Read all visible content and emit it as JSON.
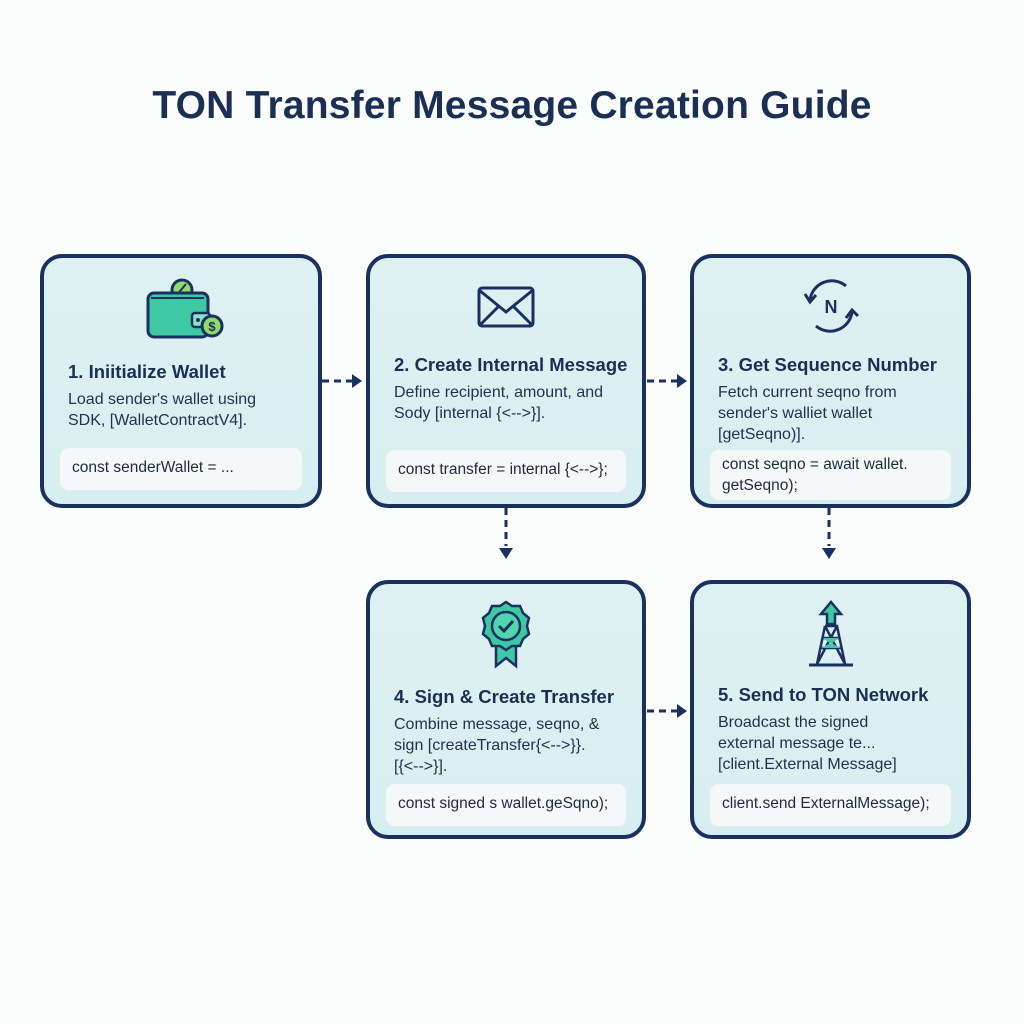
{
  "title": "TON Transfer Message Creation Guide",
  "colors": {
    "border": "#1a3160",
    "card_bg": "#def1f2",
    "accent": "#3fc8a4",
    "coin": "#8fdc6a"
  },
  "steps": [
    {
      "icon": "wallet-icon",
      "title": "1. Iniitialize Wallet",
      "desc": [
        "Load sender's wallet using",
        "SDK, [WalletContractV4]."
      ],
      "code": "const senderWallet = ..."
    },
    {
      "icon": "envelope-icon",
      "title": "2. Create Internal Message",
      "desc": [
        "Define recipient, amount, and",
        "Sody [internal {<-->}]."
      ],
      "code": "const transfer = internal {<-->};"
    },
    {
      "icon": "sequence-refresh-icon",
      "title": "3. Get Sequence Number",
      "desc": [
        "Fetch current seqno from",
        "sender's walliet  wallet",
        "[getSeqno)]."
      ],
      "code": "const seqno = await wallet. getSeqno);"
    },
    {
      "icon": "certificate-badge-icon",
      "title": "4. Sign & Create Transfer",
      "desc": [
        "Combine message, seqno, &",
        "sign [createTransfer{<-->}}.",
        "[{<-->}]."
      ],
      "code": "const signed s wallet.geSqno);"
    },
    {
      "icon": "transmission-tower-icon",
      "title": "5. Send to TON Network",
      "desc": [
        "Broadcast the signed",
        "external message te...",
        "[client.External Message]"
      ],
      "code": "client.send ExternalMessage);"
    }
  ]
}
